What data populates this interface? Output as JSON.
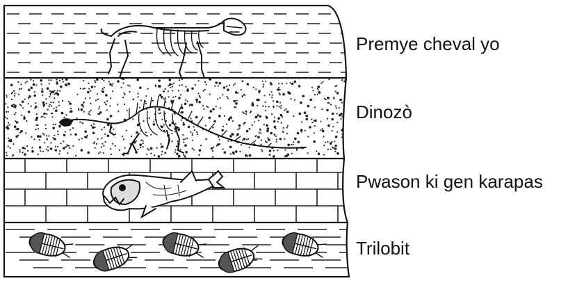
{
  "layers": [
    {
      "label": "Premye cheval yo",
      "rock": "shale",
      "fossil": "horse-skeleton-icon"
    },
    {
      "label": "Dinozò",
      "rock": "sandstone",
      "fossil": "dinosaur-skeleton-icon"
    },
    {
      "label": "Pwason ki gen karapas",
      "rock": "limestone",
      "fossil": "armored-fish-icon"
    },
    {
      "label": "Trilobit",
      "rock": "mudstone",
      "fossil": "trilobite-icon"
    }
  ],
  "colors": {
    "ink": "#111111",
    "background": "#ffffff"
  }
}
